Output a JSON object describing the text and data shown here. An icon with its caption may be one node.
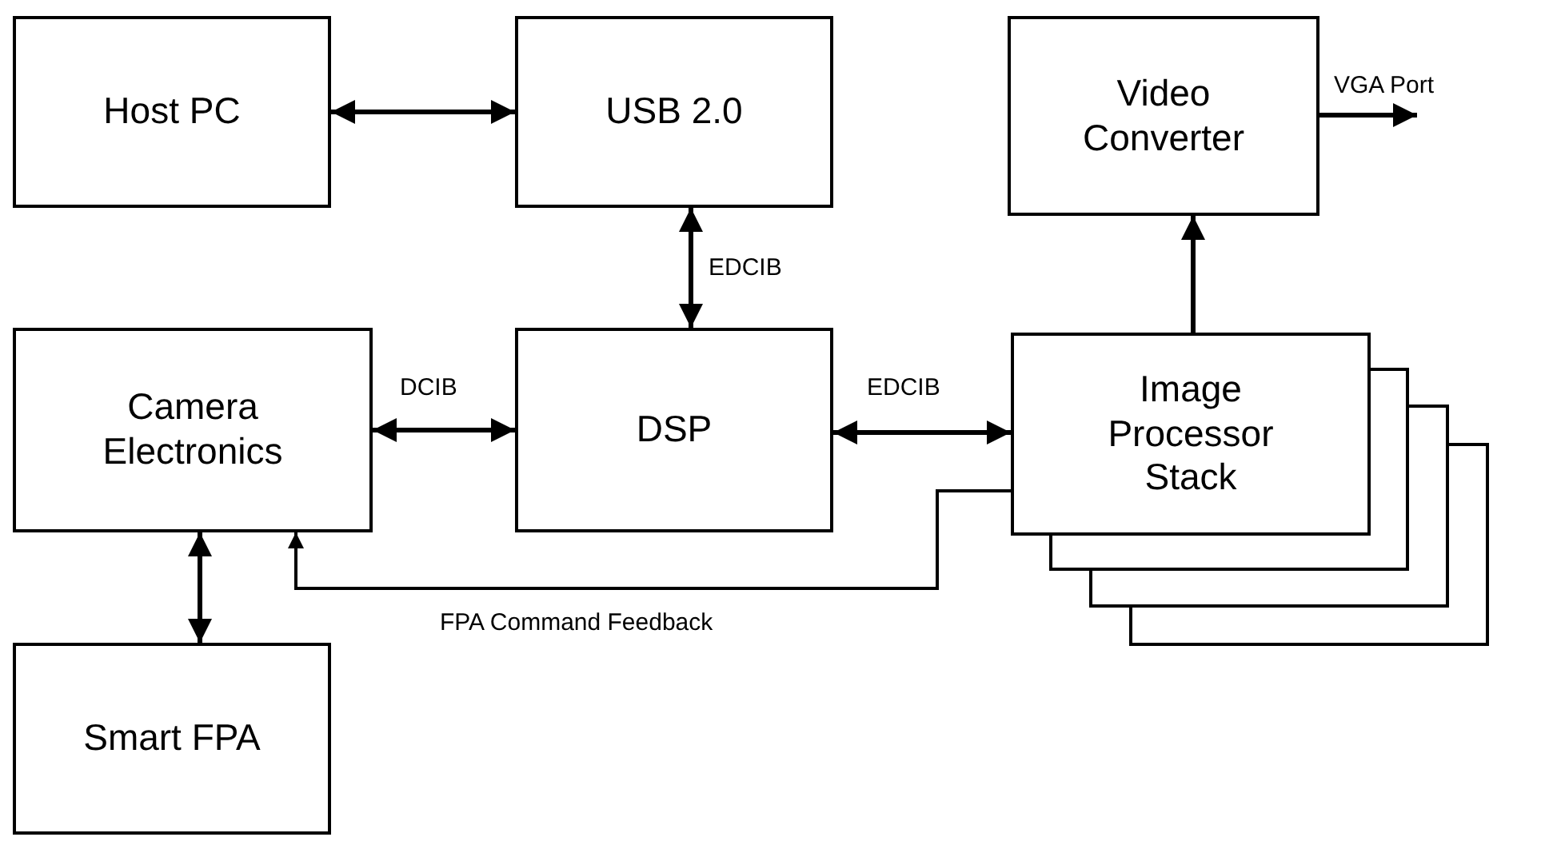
{
  "diagram": {
    "nodes": [
      {
        "text": [
          "Host PC"
        ]
      },
      {
        "text": [
          "USB 2.0"
        ]
      },
      {
        "text": [
          "Video Converter"
        ]
      },
      {
        "text": [
          "Camera Electronics"
        ]
      },
      {
        "text": [
          "DSP"
        ]
      },
      {
        "text": [
          "Image Processor Stack"
        ]
      },
      {
        "text": [
          "Smart FPA"
        ]
      }
    ],
    "edges": [
      {
        "from": 0,
        "to": 1,
        "arrow": "both"
      },
      {
        "from": 1,
        "to": 4,
        "arrow": "both",
        "label": "EDCIB"
      },
      {
        "from": 3,
        "to": 4,
        "arrow": "both",
        "label": "DCIB"
      },
      {
        "from": 4,
        "to": 5,
        "arrow": "both",
        "label": "EDCIB"
      },
      {
        "from": 5,
        "to": 2,
        "arrow": "to"
      },
      {
        "from": 2,
        "to": null,
        "arrow": "to",
        "label": "VGA Port"
      },
      {
        "from": 3,
        "to": 6,
        "arrow": "both"
      },
      {
        "from": 5,
        "to": 3,
        "arrow": "to",
        "label": "FPA Command Feedback"
      }
    ]
  }
}
